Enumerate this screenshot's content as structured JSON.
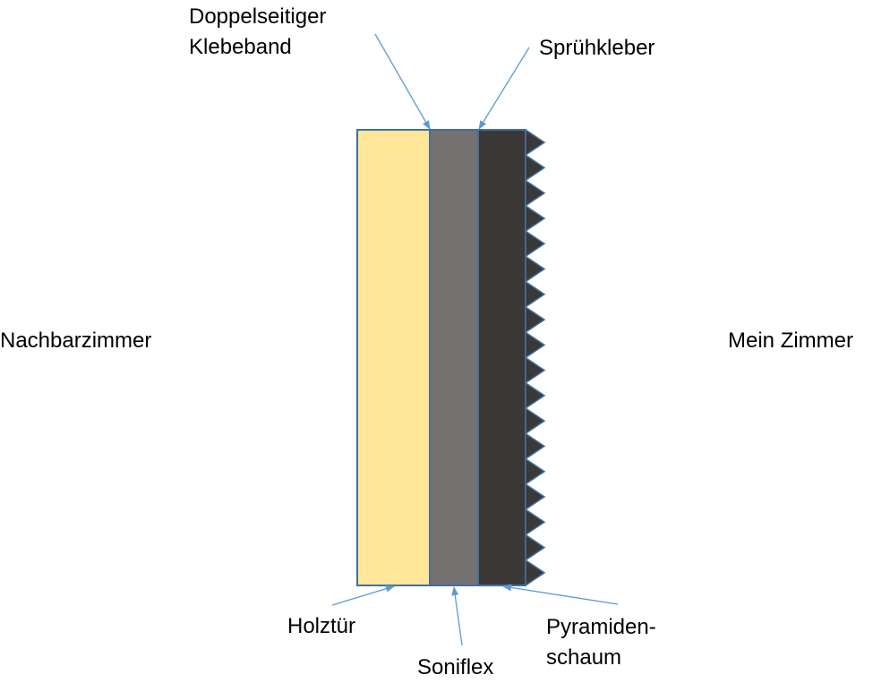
{
  "labels": {
    "left_room": "Nachbarzimmer",
    "right_room": "Mein Zimmer",
    "tape": [
      "Doppelseitiger",
      "Klebeband"
    ],
    "spray": "Sprühkleber",
    "wood_door": "Holztür",
    "soniflex": "Soniflex",
    "pyramid_foam": [
      "Pyramiden-",
      "schaum"
    ]
  },
  "colors": {
    "wood": "#FFE699",
    "soniflex": "#767171",
    "foam": "#3B3838",
    "outline": "#41719C",
    "arrow": "#5B9BD5",
    "text": "#000000"
  }
}
